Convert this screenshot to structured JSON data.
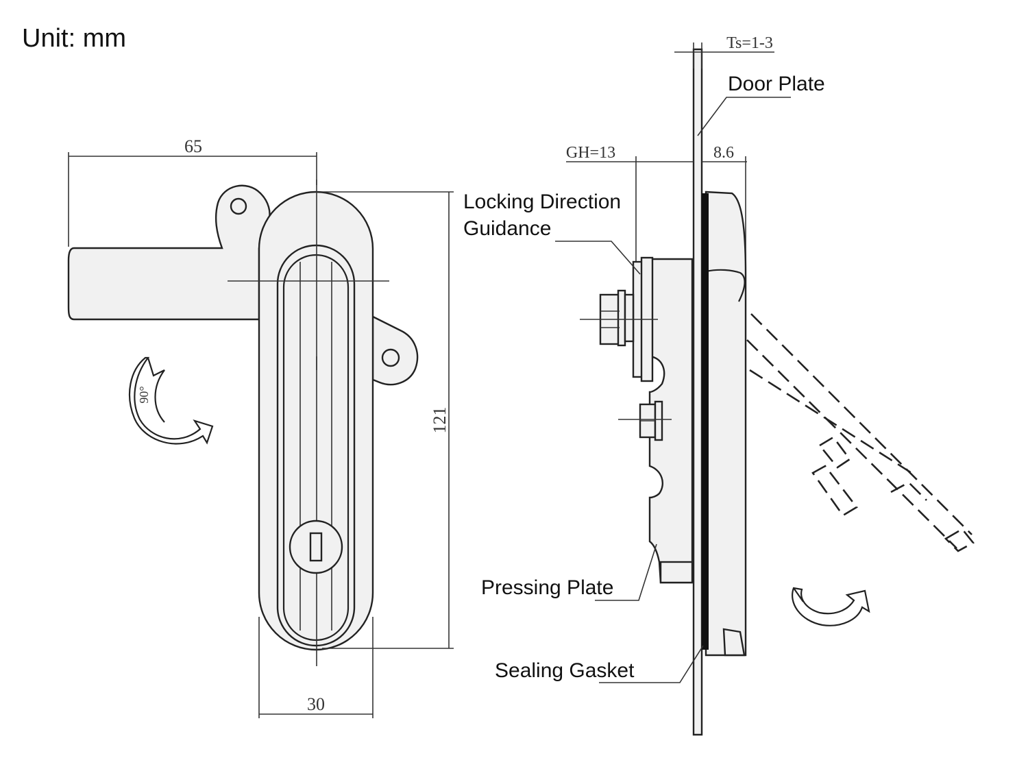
{
  "unit_label": "Unit: mm",
  "front_view": {
    "dim_width_top": "65",
    "dim_height": "121",
    "dim_width_bottom": "30",
    "rotation_angle": "90°"
  },
  "side_view": {
    "dim_ts": "Ts=1-3",
    "dim_gh": "GH=13",
    "dim_depth": "8.6",
    "labels": {
      "door_plate": "Door Plate",
      "locking_direction_line1": "Locking Direction",
      "locking_direction_line2": "Guidance",
      "pressing_plate": "Pressing Plate",
      "sealing_gasket": "Sealing Gasket"
    }
  },
  "colors": {
    "line": "#222222",
    "part_fill": "#f1f1f1",
    "gasket": "#111111"
  }
}
